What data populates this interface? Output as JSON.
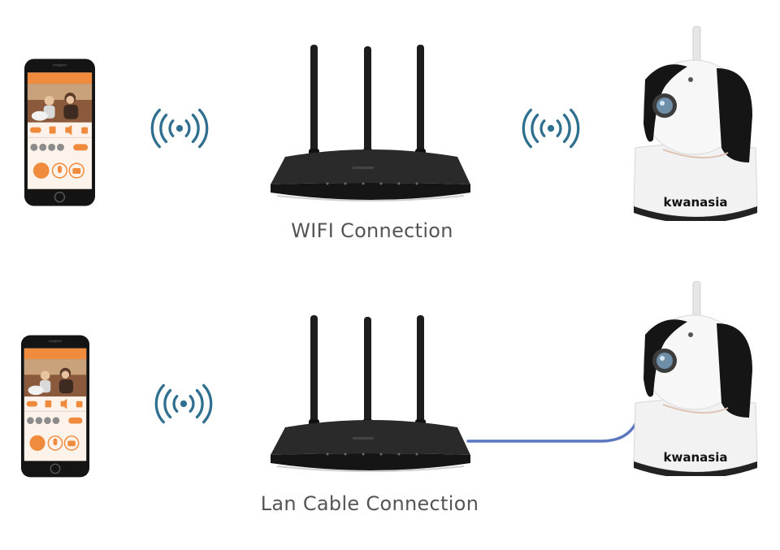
{
  "colors": {
    "signal": "#2f6f8f",
    "cable": "#5c77c0",
    "caption_text": "#555555",
    "router_body": "#1f1f1f",
    "app_accent": "#f08a3c"
  },
  "icons": [
    "smartphone-icon",
    "wifi-signal-icon",
    "router-icon",
    "security-camera-icon"
  ],
  "connections": [
    {
      "caption": "WIFI Connection",
      "phone_to_router": "wireless",
      "router_to_camera": "wireless",
      "camera": {
        "brand": "kwanasia"
      }
    },
    {
      "caption": "Lan Cable Connection",
      "phone_to_router": "wireless",
      "router_to_camera": "cable",
      "camera": {
        "brand": "kwanasia"
      }
    }
  ]
}
